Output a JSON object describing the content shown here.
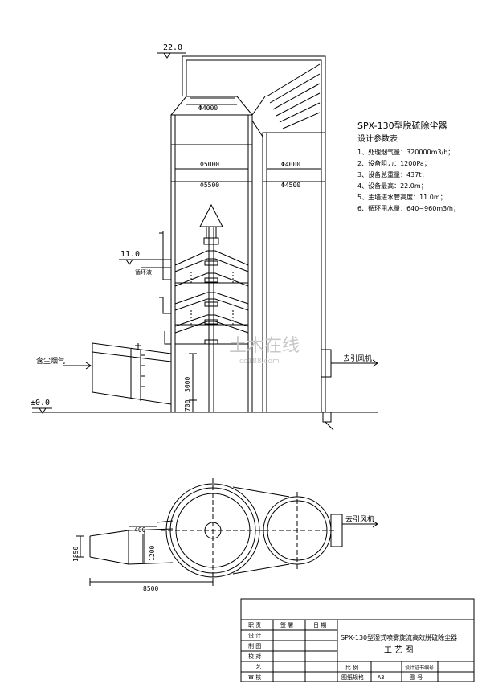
{
  "elevations": {
    "top": "22.0",
    "mid": "11.0",
    "zero": "±0.0"
  },
  "labels": {
    "circ_water": "循环液",
    "inlet_gas": "含尘烟气",
    "to_fan": "去引风机",
    "to_fan_plan": "去引风机"
  },
  "dimensions": {
    "d4000_top": "Φ4000",
    "d5000": "Φ5000",
    "d5500": "Φ5500",
    "d4000_right": "Φ4000",
    "d4500": "Φ4500",
    "h3000": "3000",
    "h700": "700",
    "p400": "400",
    "p1200": "1200",
    "p1850": "1850",
    "p8500": "8500"
  },
  "specs": {
    "title": "SPX-130型脱硫除尘器",
    "subtitle": "设计参数表",
    "items": [
      "1、处理烟气量：320000m3/h；",
      "2、设备阻力：1200Pa；",
      "3、设备总重量：437t；",
      "4、设备最高：22.0m；",
      "5、主墙进水管高度：11.0m；",
      "6、循环用水量：640~960m3/h；"
    ]
  },
  "watermark": {
    "main": "土木在线",
    "sub": "co188.com"
  },
  "title_block": {
    "rows": [
      "职  责",
      "设  计",
      "制  图",
      "校  对",
      "工  艺",
      "审  核"
    ],
    "sign": "签  署",
    "date": "日  期",
    "drawing_title": "SPX-130型湿式喷雾旋流高效脱硫除尘器",
    "drawing_name": "工  艺  图",
    "scale_label": "比  例",
    "cert_label": "设计证书编号",
    "sheet_label": "图纸规格",
    "sheet_value": "A3",
    "number_label": "图  号"
  }
}
